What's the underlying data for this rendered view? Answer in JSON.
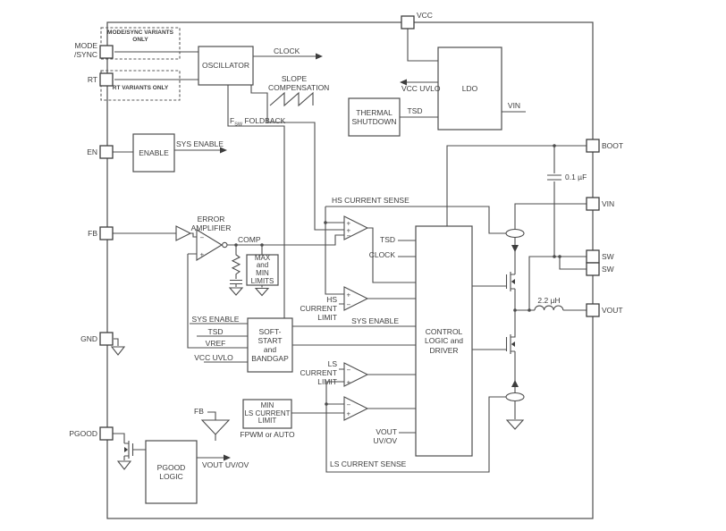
{
  "glyphs": {
    "plus": "+",
    "minus": "−"
  },
  "pins": {
    "top_vcc": "VCC",
    "left": [
      {
        "label": "MODE\n/SYNC"
      },
      {
        "label": "RT"
      },
      {
        "label": "EN"
      },
      {
        "label": "FB"
      },
      {
        "label": "GND"
      },
      {
        "label": "PGOOD"
      }
    ],
    "right": [
      {
        "label": "BOOT"
      },
      {
        "label": "VIN"
      },
      {
        "label": "SW"
      },
      {
        "label": "SW"
      },
      {
        "label": "VOUT"
      }
    ]
  },
  "variant_notes": {
    "mode_sync": "MODE/SYNC VARIANTS ONLY",
    "rt": "RT VARIANTS ONLY"
  },
  "blocks": {
    "oscillator": "OSCILLATOR",
    "ldo": "LDO",
    "thermal_shutdown": "THERMAL\nSHUTDOWN",
    "enable": "ENABLE",
    "max_min_limits": "MAX\nand\nMIN\nLIMITS",
    "soft_start_bandgap": "SOFT-\nSTART\nand\nBANDGAP",
    "min_ls_current_limit": "MIN\nLS CURRENT\nLIMIT",
    "control_logic": "CONTROL\nLOGIC and\nDRIVER",
    "pgood_logic": "PGOOD\nLOGIC"
  },
  "signals": {
    "clock": "CLOCK",
    "slope_compensation": "SLOPE\nCOMPENSATION",
    "fsw_f": "F",
    "fsw_sub": "SW",
    "fsw_rest": " FOLDBACK",
    "vcc_uvlo": "VCC UVLO",
    "tsd": "TSD",
    "ldo_vin": "VIN",
    "sys_enable": "SYS ENABLE",
    "error_amplifier": "ERROR\nAMPLIFIER",
    "comp": "COMP",
    "hs_current_sense": "HS CURRENT SENSE",
    "hs_current_limit": "HS CURRENT\nLIMIT",
    "ctrl_tsd": "TSD",
    "ctrl_clock": "CLOCK",
    "ctrl_sys_enable": "SYS ENABLE",
    "ss_sys_enable": "SYS ENABLE",
    "ss_tsd": "TSD",
    "ss_vref": "VREF",
    "ss_vcc_uvlo": "VCC UVLO",
    "ls_current_limit": "LS CURRENT\nLIMIT",
    "fpwm_or_auto": "FPWM or AUTO",
    "ctrl_vout_uvov": "VOUT UV/OV",
    "pgood_vout_uvov": "VOUT UV/OV",
    "pgood_fb": "FB",
    "ls_current_sense": "LS CURRENT SENSE"
  },
  "components": {
    "boot_cap": "0.1 µF",
    "inductor": "2.2 µH"
  },
  "colors": {
    "wire": "#4d4d4d",
    "text": "#3d3d3d",
    "background": "#ffffff"
  }
}
